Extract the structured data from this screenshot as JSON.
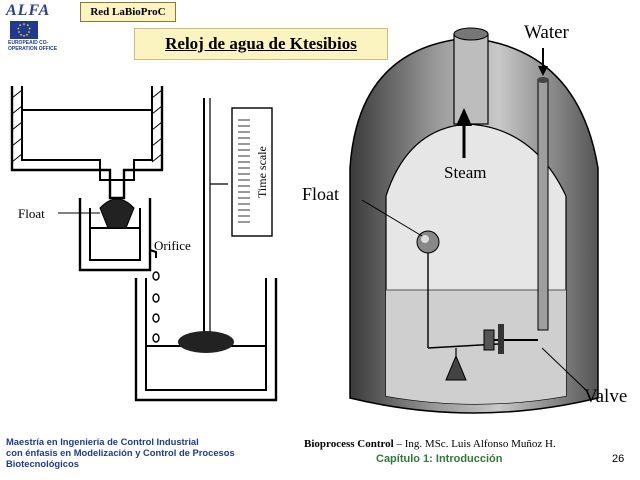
{
  "header": {
    "logo_text": "ALFA",
    "eu_caption": "EUROPEAID CO-OPERATION OFFICE",
    "network_badge": "Red LaBioProC",
    "title": "Reloj de agua de  Ktesibios"
  },
  "left_figure": {
    "float_label": "Float",
    "orifice_label": "Orifice",
    "time_scale_label": "Time scale"
  },
  "right_figure": {
    "water_label": "Water",
    "steam_label": "Steam",
    "float_label": "Float",
    "valve_label": "Valve"
  },
  "footer": {
    "program_line1": "Maestría en Ingeniería de Control Industrial",
    "program_line2": "con énfasis en Modelización y Control de Procesos",
    "program_line3": "Biotecnológicos",
    "course_name": "Bioprocess Control",
    "course_separator": " – ",
    "instructor": "Ing. MSc. Luis Alfonso Muñoz H.",
    "chapter": "Capítulo 1: Introducción",
    "page_number": "26"
  },
  "colors": {
    "badge_bg": "#fbf3c0",
    "footer_blue": "#1f3a93",
    "chapter_green": "#2f7a3a"
  }
}
